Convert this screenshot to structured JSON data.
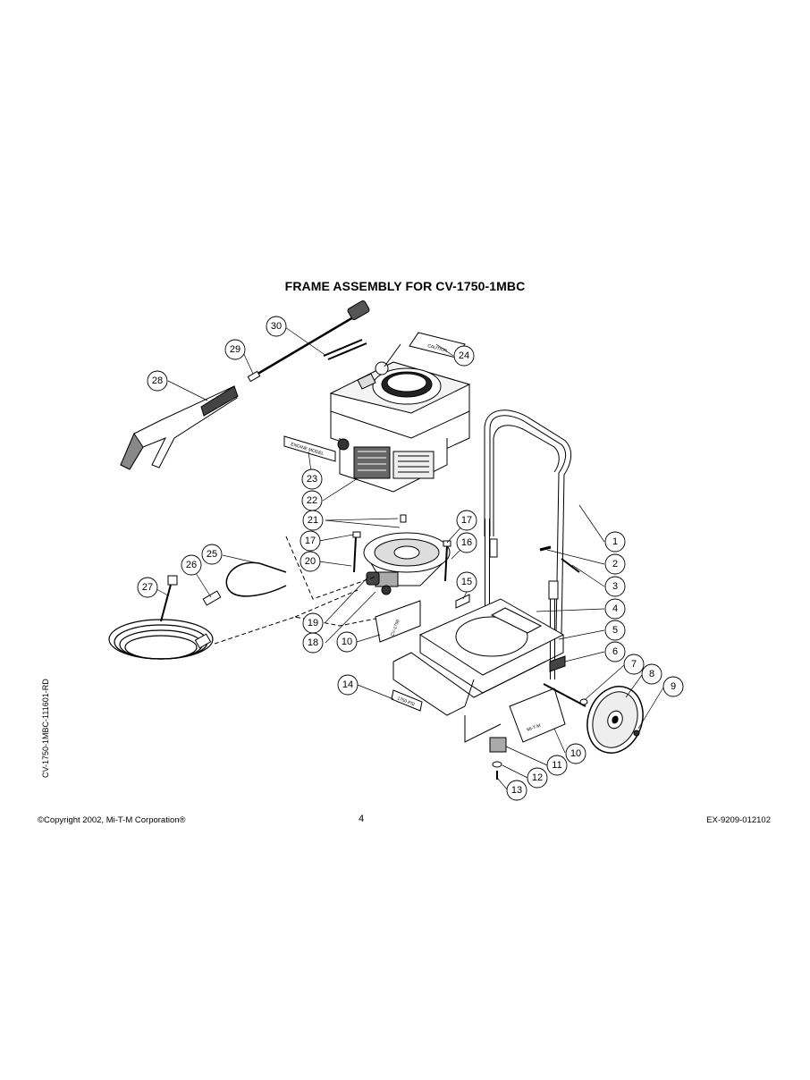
{
  "title": "FRAME ASSEMBLY FOR CV-1750-1MBC",
  "side_code": "CV-1750-1MBC-111601-RD",
  "footer": {
    "copyright": "©Copyright 2002, Mi-T-M Corporation®",
    "page_number": "4",
    "doc_code": "EX-9209-012102"
  },
  "callouts": [
    {
      "id": "c1",
      "number": "1"
    },
    {
      "id": "c2",
      "number": "2"
    },
    {
      "id": "c3",
      "number": "3"
    },
    {
      "id": "c4",
      "number": "4"
    },
    {
      "id": "c5",
      "number": "5"
    },
    {
      "id": "c6",
      "number": "6"
    },
    {
      "id": "c7",
      "number": "7"
    },
    {
      "id": "c8",
      "number": "8"
    },
    {
      "id": "c9",
      "number": "9"
    },
    {
      "id": "c10a",
      "number": "10"
    },
    {
      "id": "c10b",
      "number": "10"
    },
    {
      "id": "c11",
      "number": "11"
    },
    {
      "id": "c12",
      "number": "12"
    },
    {
      "id": "c13",
      "number": "13"
    },
    {
      "id": "c14",
      "number": "14"
    },
    {
      "id": "c15",
      "number": "15"
    },
    {
      "id": "c16",
      "number": "16"
    },
    {
      "id": "c17a",
      "number": "17"
    },
    {
      "id": "c17b",
      "number": "17"
    },
    {
      "id": "c18",
      "number": "18"
    },
    {
      "id": "c19",
      "number": "19"
    },
    {
      "id": "c20",
      "number": "20"
    },
    {
      "id": "c21",
      "number": "21"
    },
    {
      "id": "c22",
      "number": "22"
    },
    {
      "id": "c23",
      "number": "23"
    },
    {
      "id": "c24",
      "number": "24"
    },
    {
      "id": "c25",
      "number": "25"
    },
    {
      "id": "c26",
      "number": "26"
    },
    {
      "id": "c27",
      "number": "27"
    },
    {
      "id": "c28",
      "number": "28"
    },
    {
      "id": "c29",
      "number": "29"
    },
    {
      "id": "c30",
      "number": "30"
    }
  ]
}
